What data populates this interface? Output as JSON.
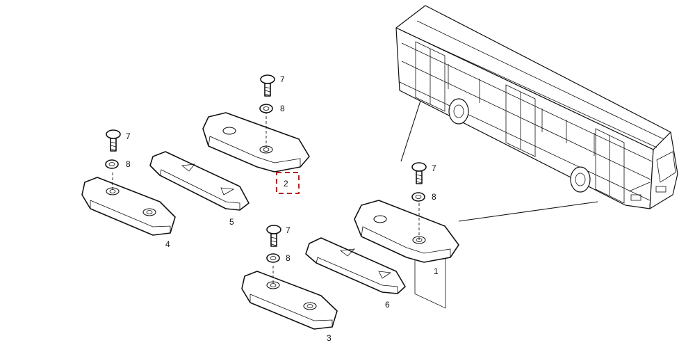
{
  "callouts": {
    "item_1": "1",
    "item_2": "2",
    "item_3": "3",
    "item_4": "4",
    "item_5": "5",
    "item_6": "6",
    "item_7a": "7",
    "item_7b": "7",
    "item_7c": "7",
    "item_7d": "7",
    "item_8a": "8",
    "item_8b": "8",
    "item_8c": "8",
    "item_8d": "8"
  },
  "highlighted_item": "2",
  "colors": {
    "line": "#111111",
    "highlight": "#b22222",
    "background": "#ffffff"
  },
  "icons": {
    "screw": "screw-icon",
    "washer": "washer-icon",
    "bus": "city-bus-illustration"
  }
}
